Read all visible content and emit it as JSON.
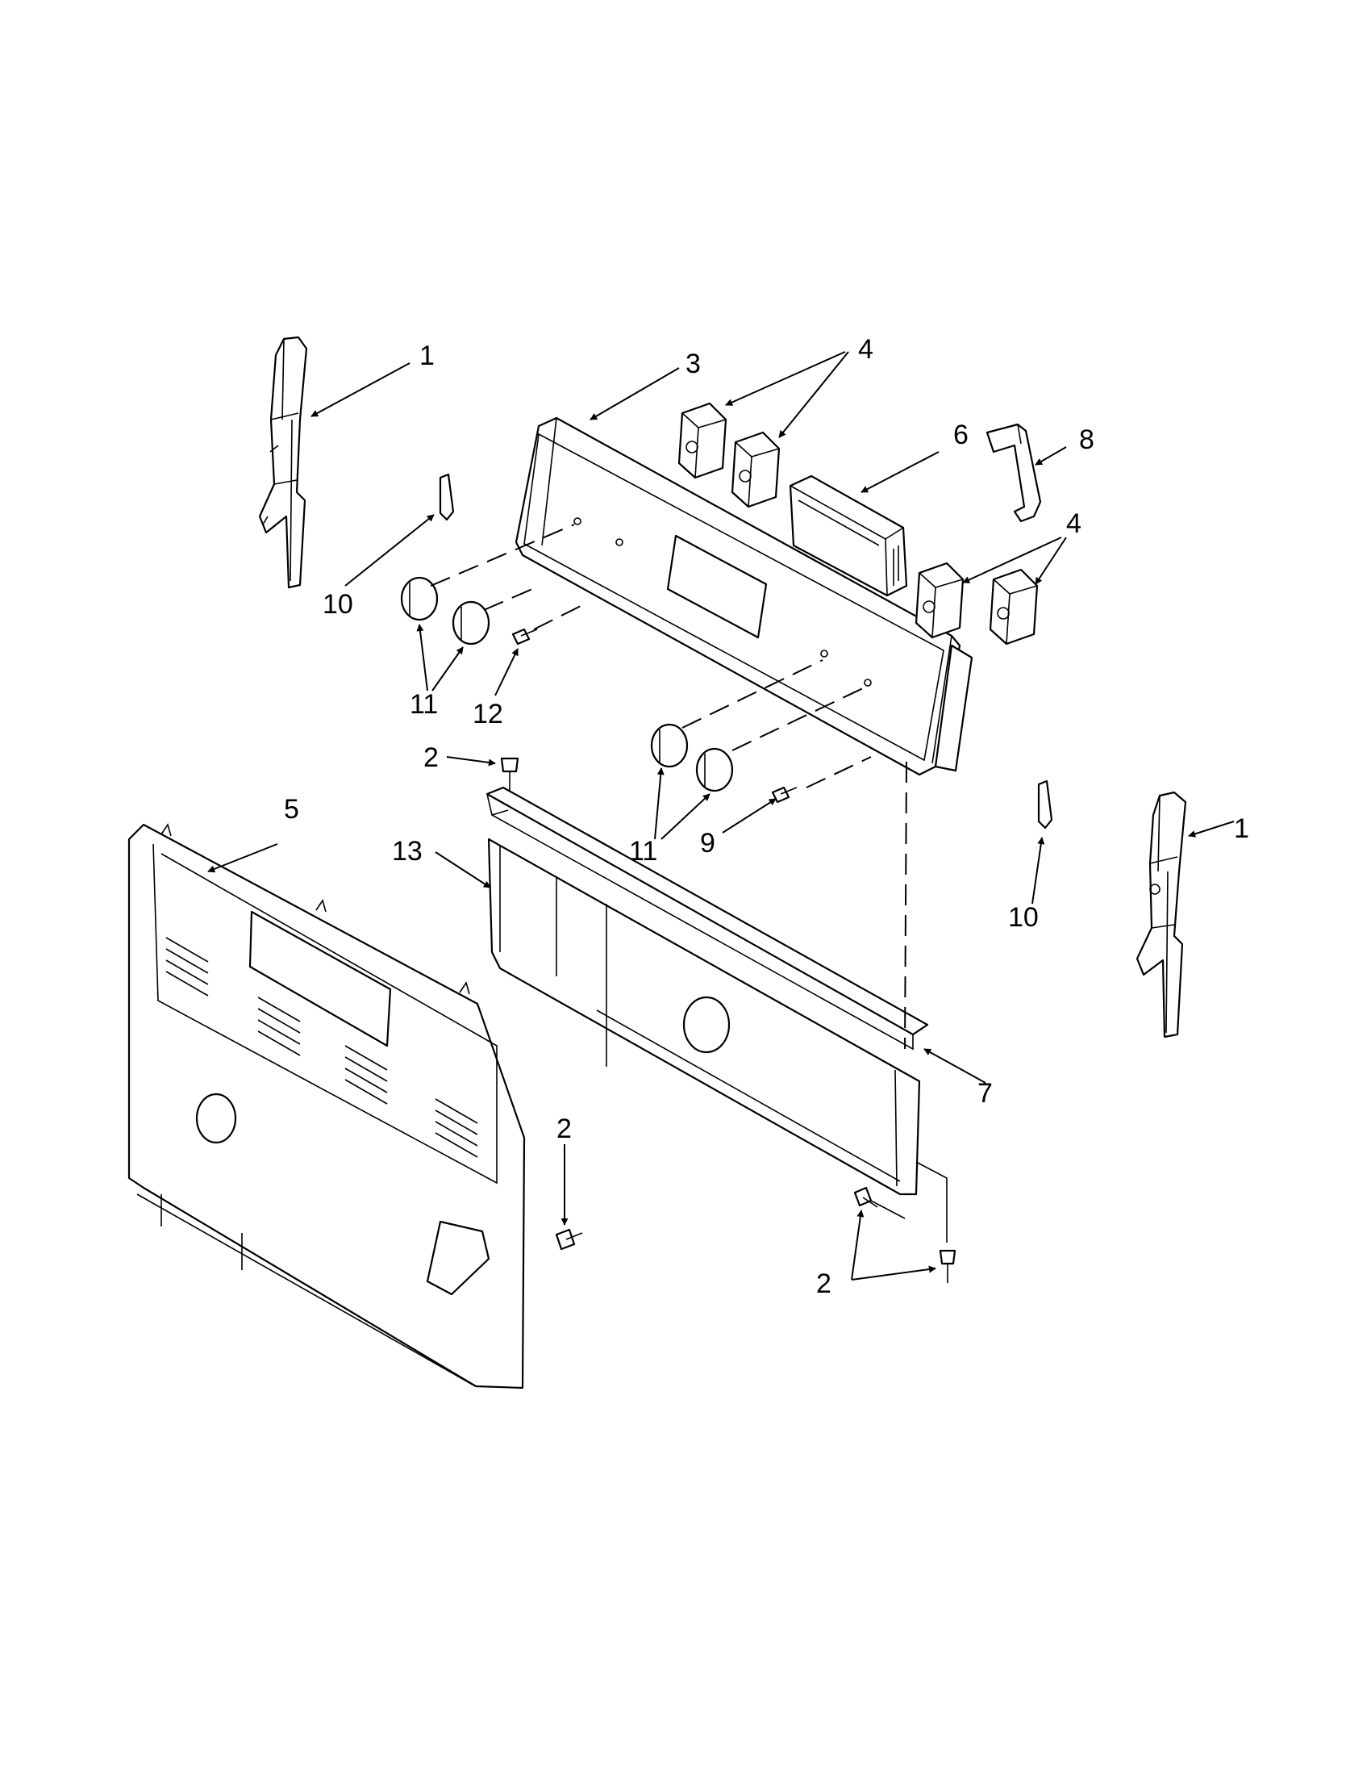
{
  "diagram": {
    "callouts": {
      "c1a": "1",
      "c1b": "1",
      "c2a": "2",
      "c2b": "2",
      "c2c": "2",
      "c3": "3",
      "c4a": "4",
      "c4b": "4",
      "c5": "5",
      "c6": "6",
      "c7": "7",
      "c8": "8",
      "c9": "9",
      "c10a": "10",
      "c10b": "10",
      "c11a": "11",
      "c11b": "11",
      "c12": "12",
      "c13": "13"
    }
  }
}
